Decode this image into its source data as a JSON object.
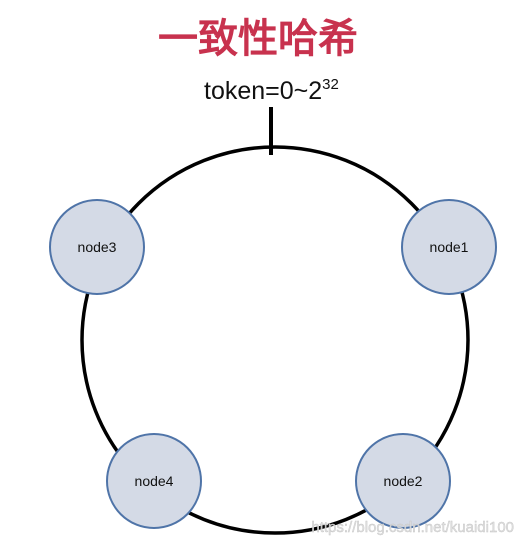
{
  "title": "一致性哈希",
  "token_label": {
    "base": "token=0~2",
    "exponent": "32"
  },
  "nodes": [
    {
      "id": "node3",
      "label": "node3"
    },
    {
      "id": "node1",
      "label": "node1"
    },
    {
      "id": "node4",
      "label": "node4"
    },
    {
      "id": "node2",
      "label": "node2"
    }
  ],
  "watermark": "https://blog.csdn.net/kuaidi100",
  "colors": {
    "title": "#c8324e",
    "node_fill": "#d4dae6",
    "node_stroke": "#4f74a8",
    "ring": "#000000"
  }
}
